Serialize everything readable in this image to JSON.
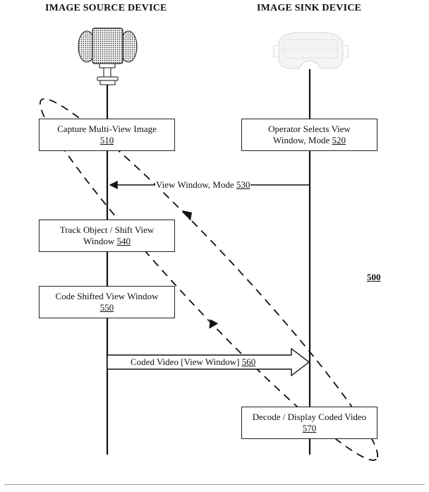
{
  "headers": {
    "source": "IMAGE SOURCE DEVICE",
    "sink": "IMAGE SINK DEVICE"
  },
  "icons": {
    "source": "multi-view-camera-icon",
    "sink": "head-mounted-display-icon"
  },
  "steps": [
    {
      "text": "Capture Multi-View Image",
      "ref": "510"
    },
    {
      "text": "Operator Selects View Window, Mode",
      "ref": "520"
    },
    {
      "text": "Track Object / Shift View Window",
      "ref": "540"
    },
    {
      "text": "Code Shifted View Window",
      "ref": "550"
    },
    {
      "text": "Decode / Display Coded Video",
      "ref": "570"
    }
  ],
  "messages": [
    {
      "text": "View Window, Mode",
      "ref": "530",
      "direction": "sink-to-source"
    },
    {
      "text": "Coded Video [View Window]",
      "ref": "560",
      "direction": "source-to-sink"
    }
  ],
  "figure_number": "500"
}
